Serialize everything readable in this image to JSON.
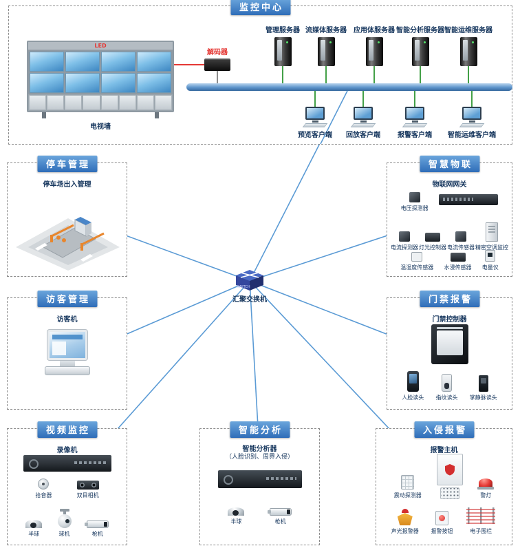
{
  "colors": {
    "panel_title_bg": "#2f6db8",
    "label_text": "#17375e",
    "link_blue": "#5b9bd5",
    "link_green": "#43a047",
    "link_red": "#e53935"
  },
  "diagram": {
    "monitoring": {
      "title": "监控中心",
      "tv_wall": {
        "led": "LED",
        "label": "电视墙"
      },
      "decoder": {
        "label": "解码器"
      },
      "servers": [
        "管理服务器",
        "流媒体服务器",
        "应用体服务器",
        "智能分析服务器",
        "智能运维服务器"
      ],
      "clients": [
        "预览客户端",
        "回放客户端",
        "报警客户端",
        "智能运维客户端"
      ]
    },
    "switch": {
      "label": "汇聚交换机",
      "device_text": "SWITCH"
    },
    "parking": {
      "title": "停车管理",
      "subtitle": "停车场出入管理"
    },
    "iot": {
      "title": "智慧物联",
      "subtitle": "物联网网关",
      "row1": [
        "电压探测器"
      ],
      "row2": [
        "电流探测器",
        "灯光控制器",
        "电流传感器",
        "精密空调监控"
      ],
      "row3": [
        "温湿度传感器",
        "水浸传感器",
        "电量仪"
      ]
    },
    "visitor": {
      "title": "访客管理",
      "subtitle": "访客机"
    },
    "access": {
      "title": "门禁报警",
      "subtitle": "门禁控制器",
      "devices": [
        "人脸读头",
        "指纹读头",
        "掌静脉读头"
      ]
    },
    "video": {
      "title": "视频监控",
      "subtitle": "录像机",
      "row1": [
        "拾音器",
        "双目相机"
      ],
      "row2": [
        "半球",
        "球机",
        "枪机"
      ]
    },
    "analysis": {
      "title": "智能分析",
      "subtitle": "智能分析器",
      "subtitle2": "（人脸识别、周界入侵）",
      "devices": [
        "半球",
        "枪机"
      ]
    },
    "intrusion": {
      "title": "入侵报警",
      "subtitle": "报警主机",
      "row1": [
        "震动探测器",
        "警灯"
      ],
      "row2": [
        "声光报警器",
        "报警按钮",
        "电子围栏"
      ]
    }
  }
}
